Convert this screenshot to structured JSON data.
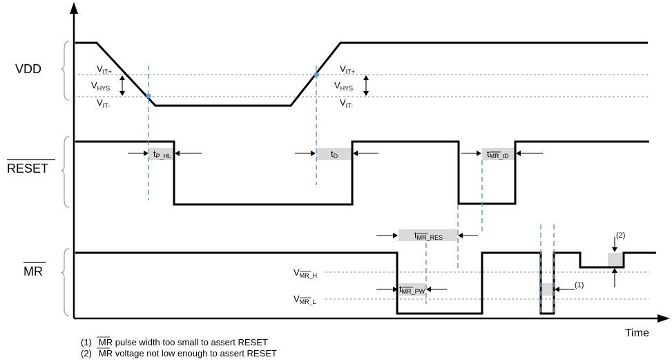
{
  "signals": {
    "vdd": "VDD",
    "reset": "RESET",
    "mr": "MR"
  },
  "axis": {
    "time": "Time"
  },
  "thresholds": {
    "vit_plus": {
      "main": "V",
      "sub": "IT+"
    },
    "vhys": {
      "main": "V",
      "sub": "HYS"
    },
    "vit_minus": {
      "main": "V",
      "sub": "IT-"
    },
    "vmr_h": {
      "main": "V",
      "sub_over": "MR",
      "sub_rest": "_H"
    },
    "vmr_l": {
      "main": "V",
      "sub_over": "MR",
      "sub_rest": "_L"
    }
  },
  "timings": {
    "tp_hl": {
      "main": "t",
      "sub": "P_HL"
    },
    "td": {
      "main": "t",
      "sub": "D"
    },
    "tmr_td": {
      "main": "t",
      "sub_over": "MR",
      "sub_rest": "_tD"
    },
    "tmr_res": {
      "main": "t",
      "sub_over": "MR",
      "sub_rest": "_RES"
    },
    "tmr_pw": {
      "main": "t",
      "sub_over": "MR",
      "sub_rest": "_PW"
    }
  },
  "notes": {
    "n1_marker": "(1)",
    "n2_marker": "(2)",
    "n1_mr": "MR",
    "n1_rest": " pulse width too small to assert RESET",
    "n2_mr": "MR",
    "n2_rest": " voltage not low enough to assert RESET"
  },
  "colors": {
    "marker_line": "#5b9bd5",
    "timing_box": "#d9d9d9",
    "threshold_line": "#8c8c8c",
    "signal": "#000000"
  }
}
